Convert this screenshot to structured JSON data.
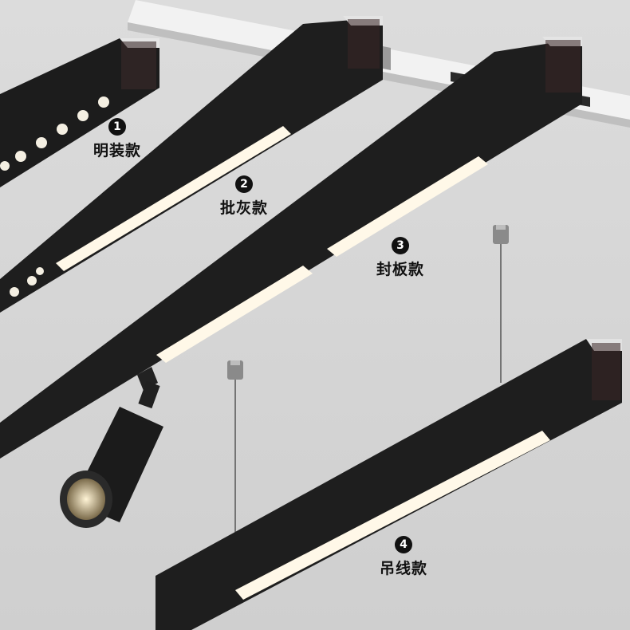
{
  "callouts": [
    {
      "number": "1",
      "label": "明装款"
    },
    {
      "number": "2",
      "label": "批灰款"
    },
    {
      "number": "3",
      "label": "封板款"
    },
    {
      "number": "4",
      "label": "吊线款"
    }
  ],
  "colors": {
    "background": "#d6d6d6",
    "ceiling": "#eeeeee",
    "fixture_body": "#1c1c1c",
    "light_diffuser": "#fff8e8",
    "badge": "#111111"
  }
}
